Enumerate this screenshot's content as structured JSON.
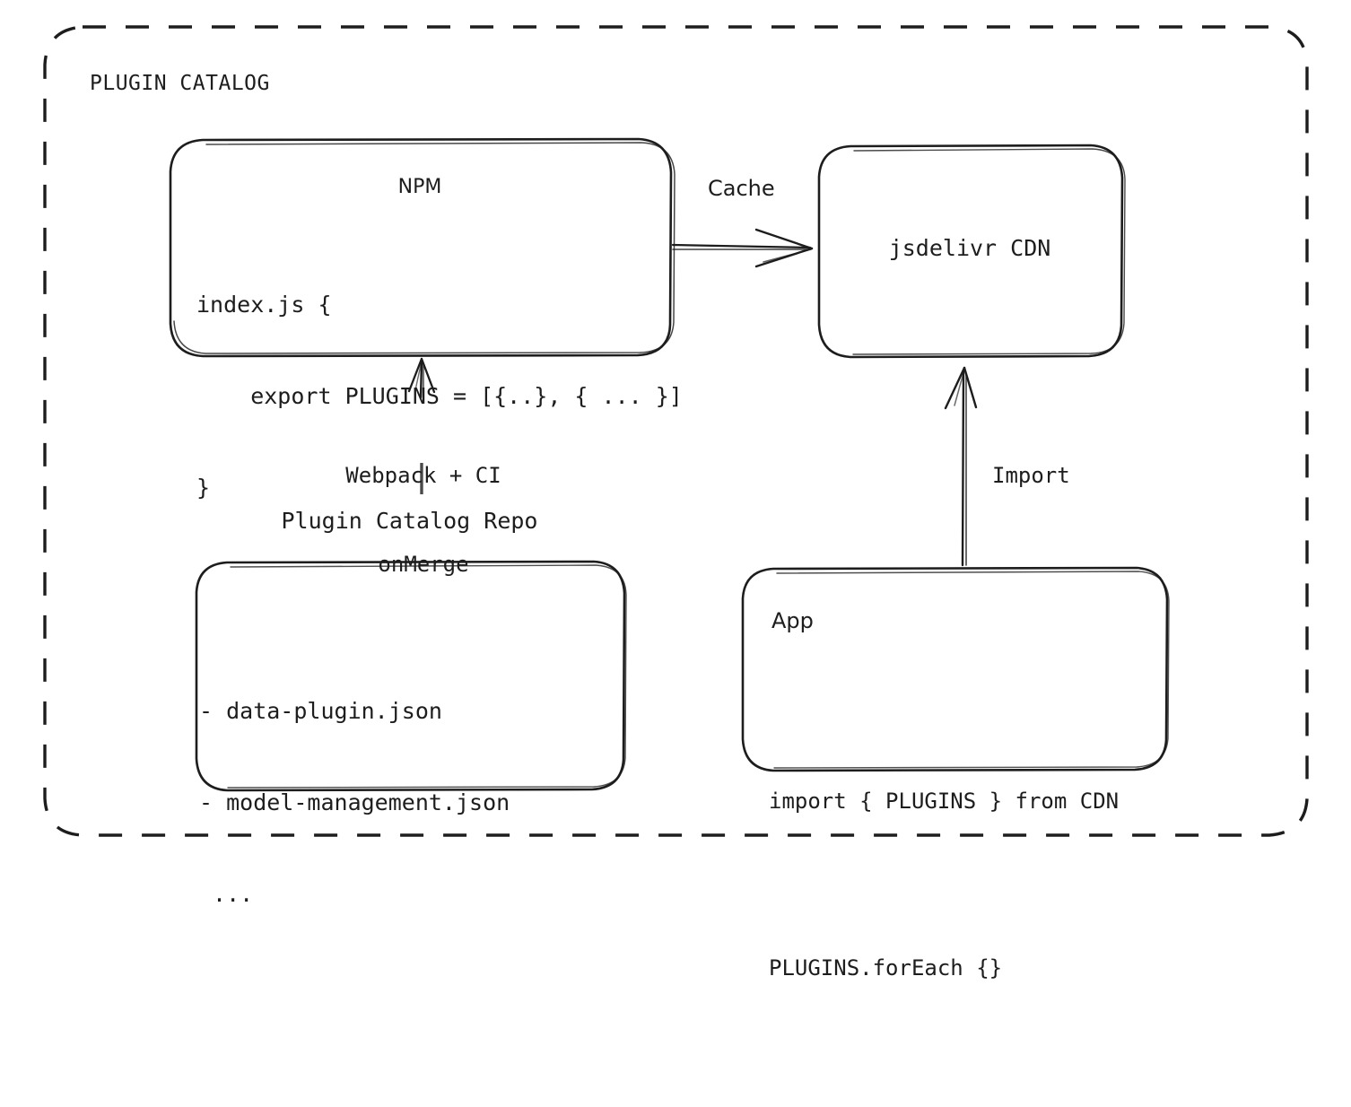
{
  "diagram": {
    "type": "architecture-flow",
    "container": {
      "label": "PLUGIN CATALOG",
      "border_style": "dashed",
      "border_color": "#1d1d1d"
    },
    "colors": {
      "stroke": "#1d1d1d",
      "text": "#1d1d1d",
      "background": "#ffffff"
    },
    "nodes": {
      "npm": {
        "title": "NPM",
        "code_line_1": "index.js {",
        "code_line_2": "    export PLUGINS = [{..}, { ... }]",
        "code_line_3": "}"
      },
      "cdn": {
        "title": "jsdelivr CDN"
      },
      "repo": {
        "caption": "Plugin Catalog Repo",
        "item_1": "- data-plugin.json",
        "item_2": "- model-management.json",
        "item_3": " ..."
      },
      "app": {
        "title": "App",
        "code_line_1": "import { PLUGINS } from CDN",
        "code_line_2": "PLUGINS.forEach {}"
      }
    },
    "edges": {
      "npm_to_cdn": {
        "label": "Cache",
        "from": "npm",
        "to": "cdn",
        "direction": "right"
      },
      "repo_to_npm": {
        "label_line_1": "Webpack + CI",
        "label_line_2": "onMerge",
        "from": "repo",
        "to": "npm",
        "direction": "up"
      },
      "app_to_cdn": {
        "label": "Import",
        "from": "app",
        "to": "cdn",
        "direction": "up"
      }
    }
  }
}
